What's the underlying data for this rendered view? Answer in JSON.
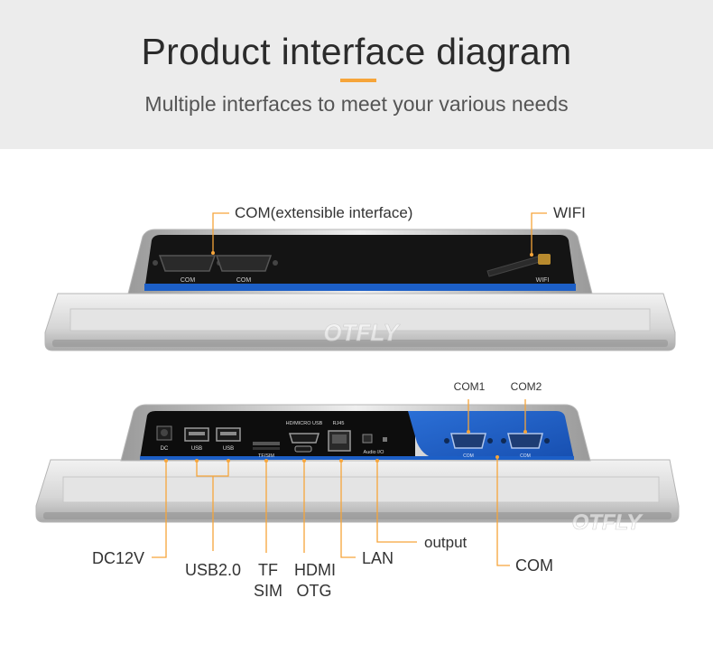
{
  "header": {
    "title": "Product interface diagram",
    "subtitle": "Multiple interfaces to meet your various needs"
  },
  "top_panel": {
    "callouts": {
      "com_extensible": "COM(extensible interface)",
      "wifi": "WIFI"
    },
    "port_labels": {
      "com_a": "COM",
      "com_b": "COM",
      "wifi": "WIFI"
    },
    "watermark": "OTFLY"
  },
  "bottom_panel": {
    "port_labels": {
      "dc": "DC",
      "usb_a": "USB",
      "usb_b": "USB",
      "tf_sim": "TF/SIM",
      "hdmi": "HD/MICRO USB",
      "rj45": "RJ45",
      "audio": "Audio I/O",
      "com1_small": "COM",
      "com2_small": "COM"
    },
    "callouts": {
      "com1": "COM1",
      "com2": "COM2",
      "dc12v": "DC12V",
      "usb20": "USB2.0",
      "tf": "TF",
      "sim": "SIM",
      "hdmi": "HDMI",
      "otg": "OTG",
      "lan": "LAN",
      "output": "output",
      "com": "COM"
    },
    "watermark": "OTFLY"
  },
  "colors": {
    "accent": "#f6a53a",
    "port_blue": "#1c5fc7",
    "panel_dark": "#111111",
    "frame_silver": "#d9d9d9"
  }
}
